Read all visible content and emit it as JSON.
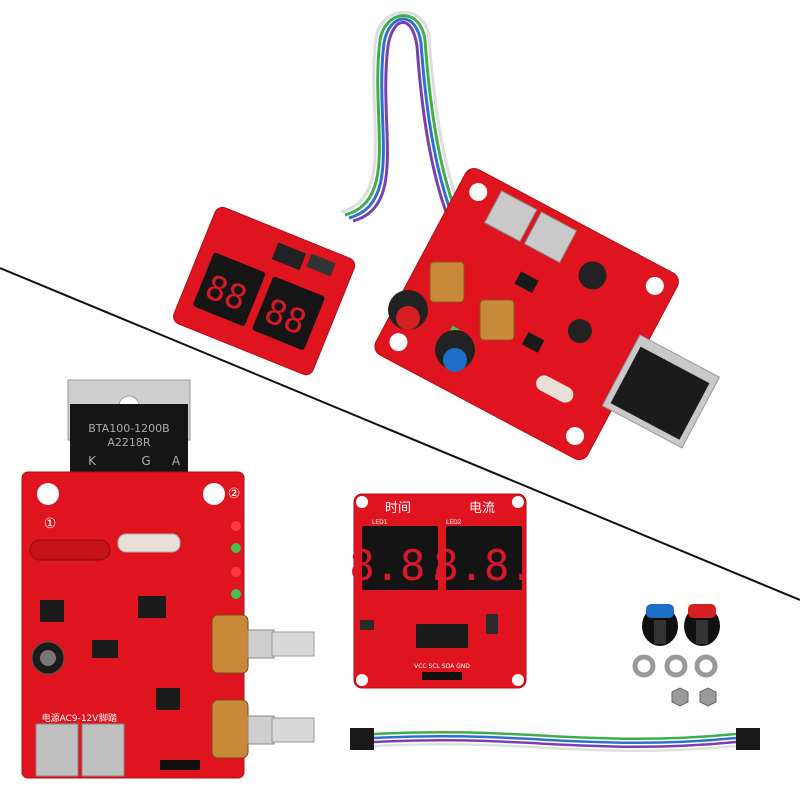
{
  "triac": {
    "model_line1": "BTA100-1200B",
    "model_line2": "A2218R",
    "pin_k": "K",
    "pin_g": "G",
    "pin_a": "A"
  },
  "main_board": {
    "hole_label_1": "①",
    "hole_label_2": "②",
    "power_label": "电源AC9-12V",
    "pedal_label": "脚踏",
    "corner_label_1": "①"
  },
  "display_board": {
    "time_label": "时间",
    "current_label": "电流",
    "led1_label": "LED1",
    "led2_label": "LED2",
    "left_digits": "8.8.",
    "right_digits": "8.8.",
    "header_label": "VCC SCL SDA GND"
  },
  "colors": {
    "pcb_red": "#e0141e",
    "pcb_dark": "#b30d15",
    "display_digit": "#d8182a",
    "knob_blue": "#1f6fc9",
    "knob_red": "#d42020"
  }
}
